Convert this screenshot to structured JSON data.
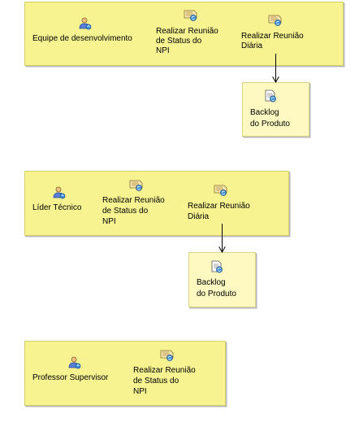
{
  "groups": [
    {
      "role": "Equipe de desenvolvimento",
      "tasks": [
        [
          "Realizar Reunião",
          "de Status do",
          "NPI"
        ],
        [
          "Realizar Reunião",
          "Diária"
        ]
      ],
      "artifact": [
        "Backlog",
        "do Produto"
      ]
    },
    {
      "role": "Líder Técnico",
      "tasks": [
        [
          "Realizar Reunião",
          "de Status do",
          "NPI"
        ],
        [
          "Realizar Reunião",
          "Diária"
        ]
      ],
      "artifact": [
        "Backlog",
        "do Produto"
      ]
    },
    {
      "role": "Professor Supervisor",
      "tasks": [
        [
          "Realizar Reunião",
          "de Status do",
          "NPI"
        ]
      ]
    }
  ],
  "icons": {
    "role": "role-person-icon",
    "task": "task-document-icon",
    "artifact": "artifact-document-icon"
  },
  "colors": {
    "lane": "#f7f391",
    "artifact": "#fdf9c1"
  }
}
